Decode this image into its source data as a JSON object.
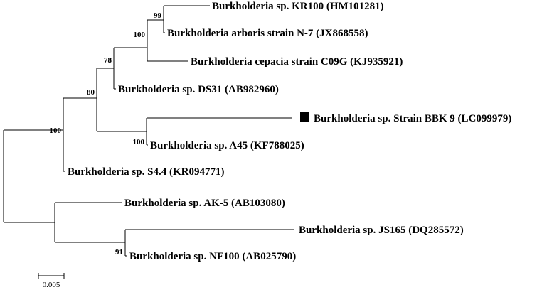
{
  "tree": {
    "taxa": [
      {
        "label": "Burkholderia sp. KR100 (HM101281)",
        "highlighted": false
      },
      {
        "label": "Burkholderia arboris strain N-7 (JX868558)",
        "highlighted": false
      },
      {
        "label": "Burkholderia cepacia strain C09G (KJ935921)",
        "highlighted": false
      },
      {
        "label": "Burkholderia sp. DS31 (AB982960)",
        "highlighted": false
      },
      {
        "label": "Burkholderia sp. Strain BBK 9 (LC099979)",
        "highlighted": true
      },
      {
        "label": "Burkholderia sp. A45 (KF788025)",
        "highlighted": false
      },
      {
        "label": "Burkholderia sp. S4.4 (KR094771)",
        "highlighted": false
      },
      {
        "label": "Burkholderia sp. AK-5 (AB103080)",
        "highlighted": false
      },
      {
        "label": "Burkholderia sp. JS165 (DQ285572)",
        "highlighted": false
      },
      {
        "label": "Burkholderia sp. NF100 (AB025790)",
        "highlighted": false
      }
    ],
    "bootstrap_values": [
      "99",
      "100",
      "78",
      "80",
      "100",
      "100",
      "91"
    ],
    "scale_bar": {
      "label": "0.005"
    },
    "highlight_marker": {
      "shape": "filled-square",
      "color": "#000000"
    },
    "colors": {
      "line": "#000000",
      "text": "#000000",
      "background": "#ffffff"
    }
  }
}
